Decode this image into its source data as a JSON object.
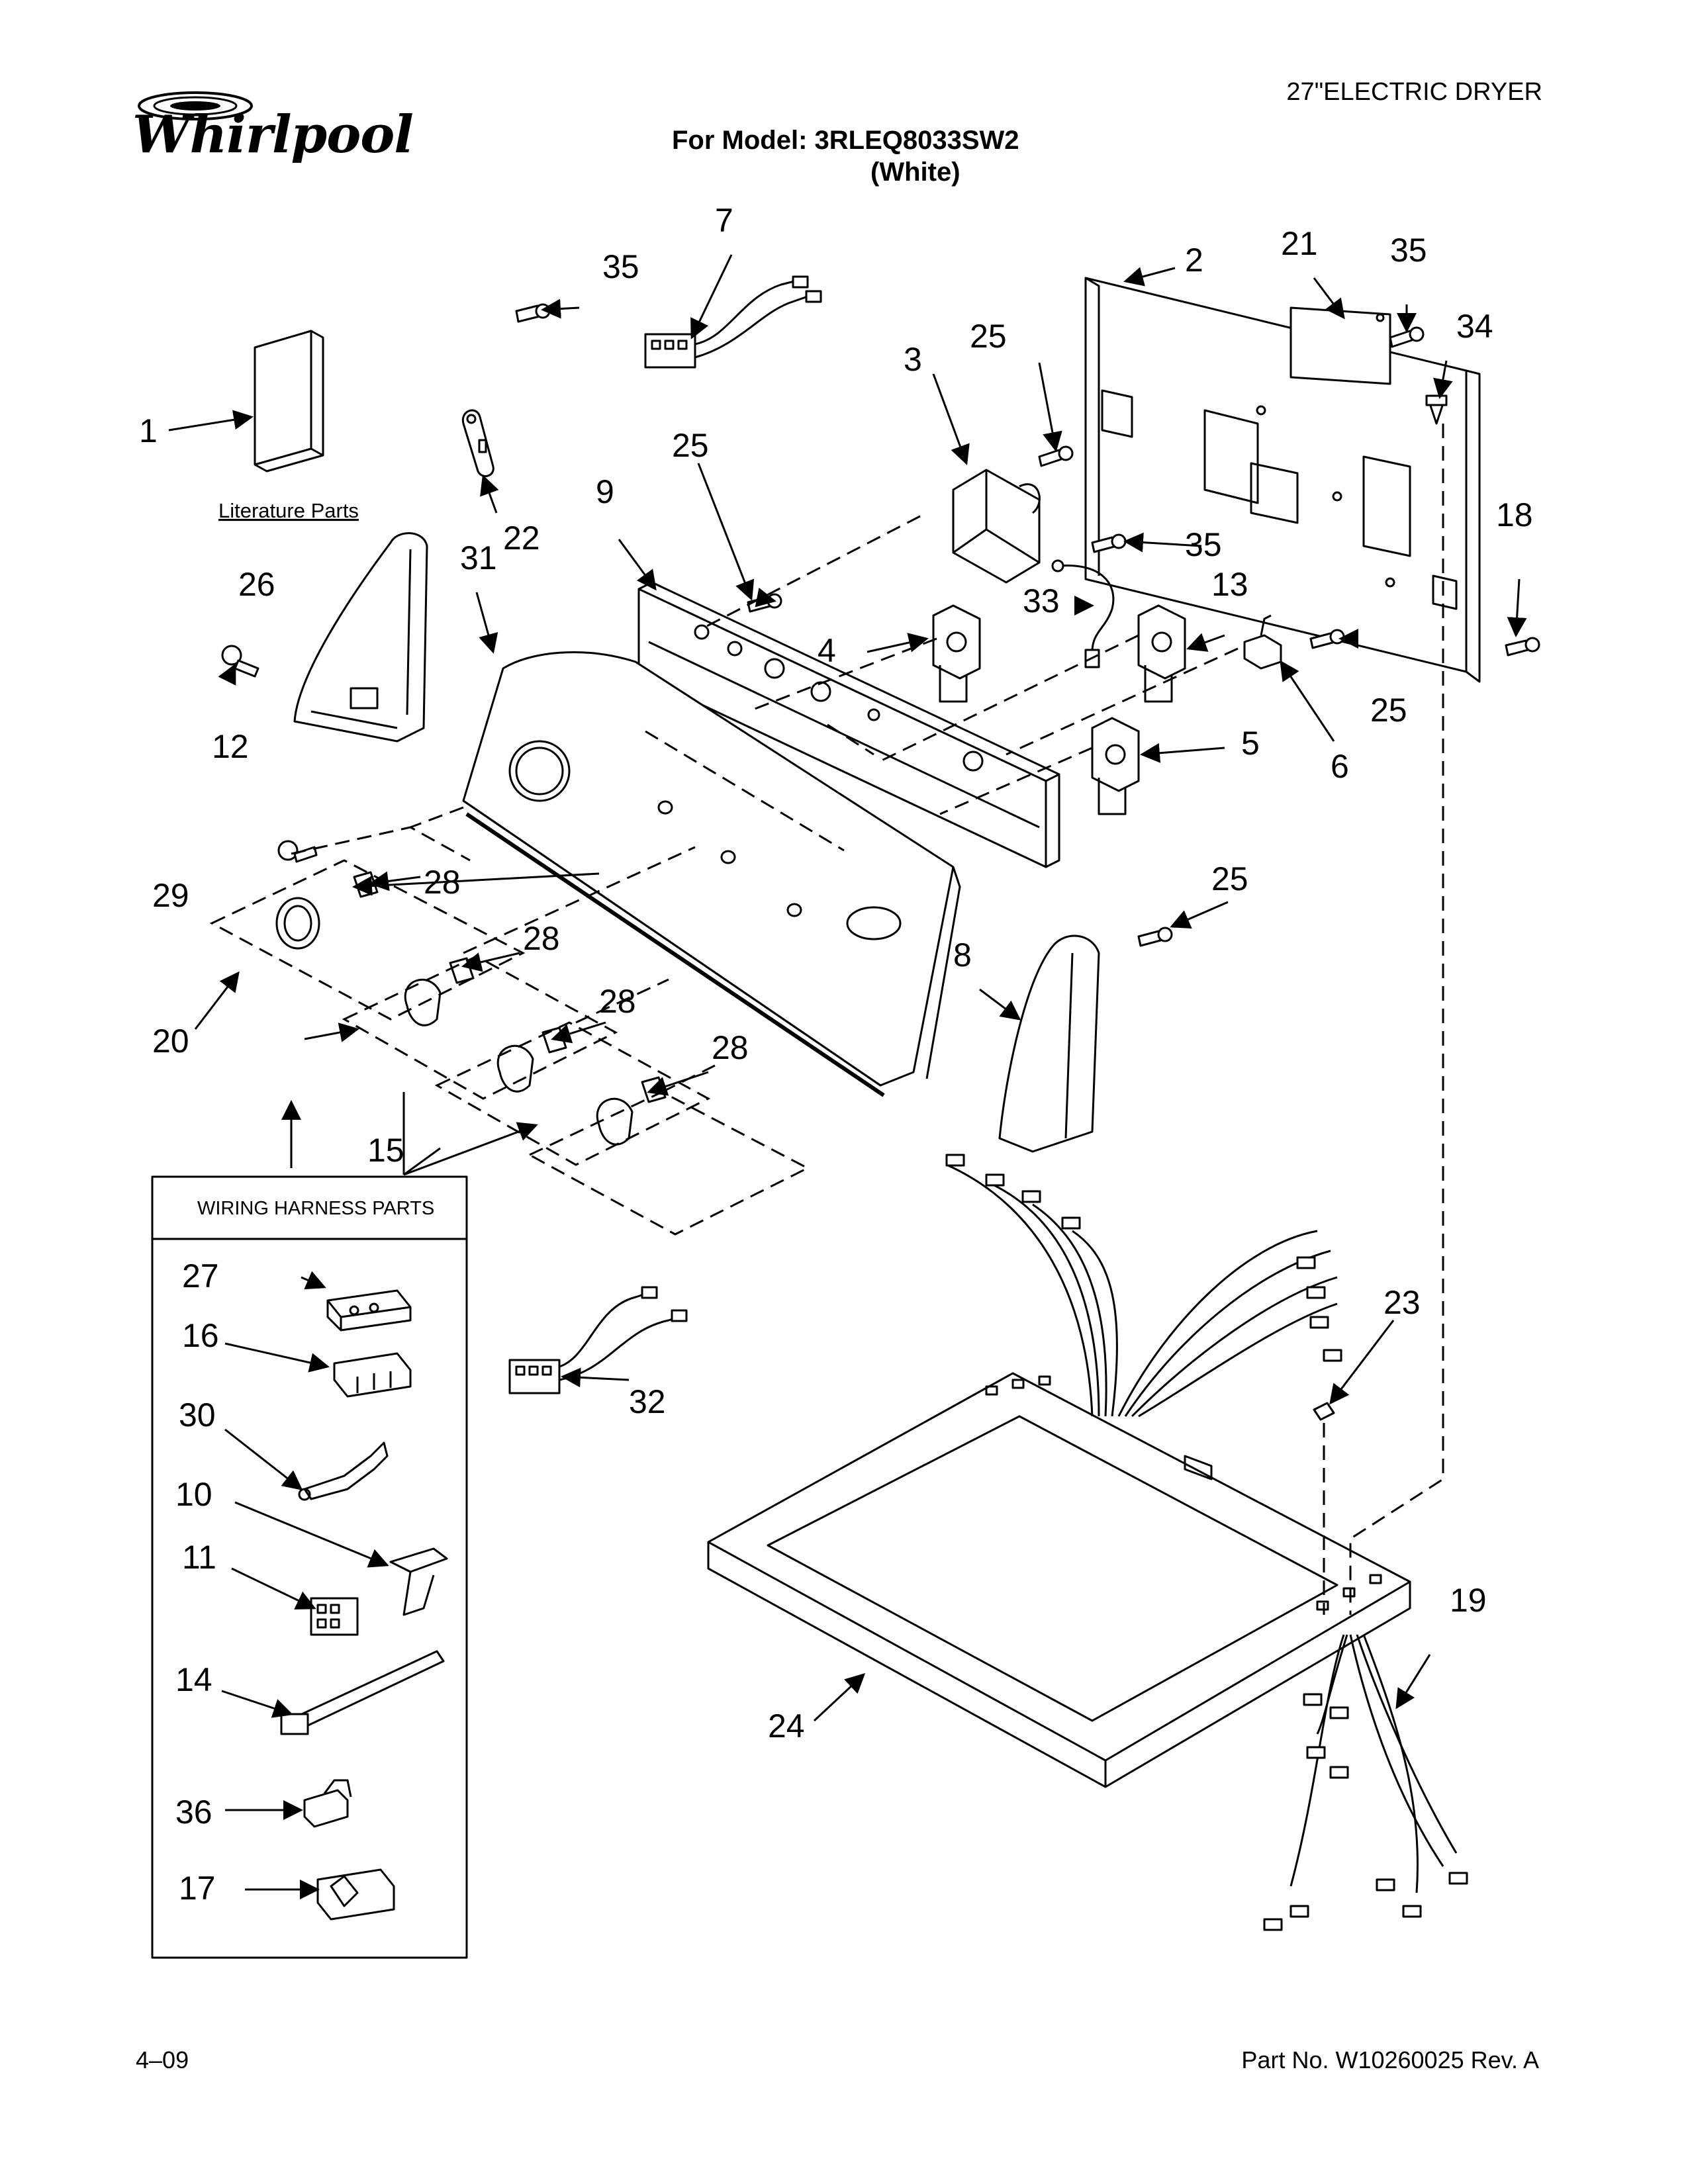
{
  "brand": "Whirlpool",
  "header": {
    "product": "27\"ELECTRIC DRYER",
    "model_line": "For Model: 3RLEQ8033SW2",
    "color_line": "(White)"
  },
  "footer": {
    "date": "4–09",
    "part_number": "Part No. W10260025 Rev. A"
  },
  "labels": {
    "literature": "Literature Parts",
    "wiring_box_title": "WIRING HARNESS PARTS"
  },
  "callouts": [
    "1",
    "2",
    "3",
    "4",
    "5",
    "6",
    "7",
    "8",
    "9",
    "10",
    "11",
    "12",
    "13",
    "14",
    "15",
    "16",
    "17",
    "18",
    "19",
    "20",
    "21",
    "22",
    "23",
    "24",
    "25",
    "26",
    "27",
    "28",
    "29",
    "30",
    "31",
    "32",
    "33",
    "34",
    "35",
    "36"
  ]
}
